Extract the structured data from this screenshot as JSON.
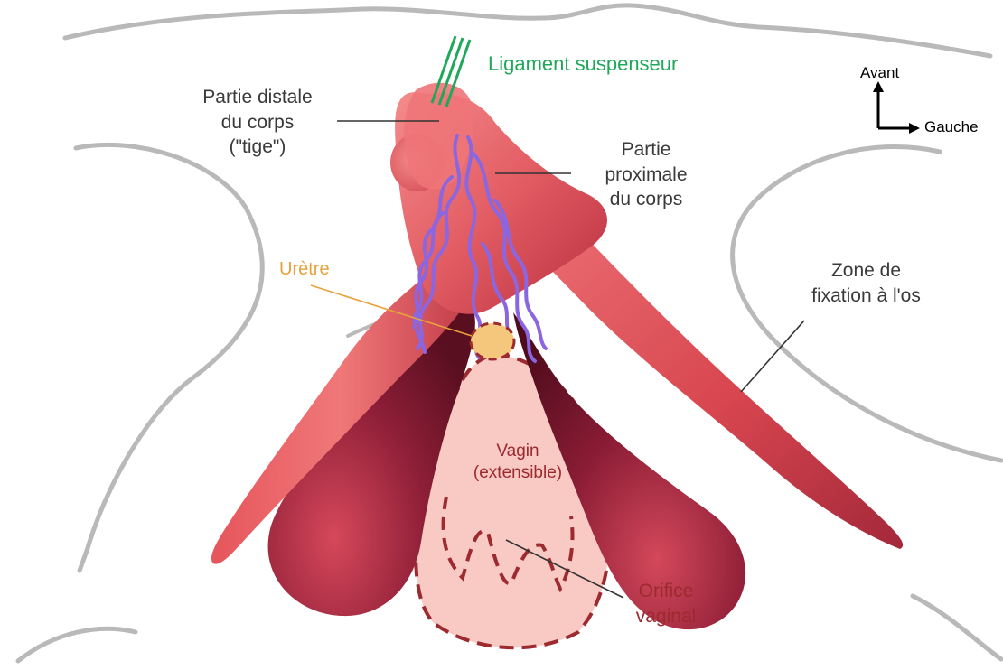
{
  "labels": {
    "ligament": "Ligament suspenseur",
    "distale": [
      "Partie distale",
      "du corps",
      "(\"tige\")"
    ],
    "proximale": [
      "Partie",
      "proximale",
      "du corps"
    ],
    "uretre": "Urètre",
    "fixation": [
      "Zone de",
      "fixation à l'os"
    ],
    "vagin": [
      "Vagin",
      "(extensible)"
    ],
    "orifice": [
      "Orifice",
      "vaginal"
    ]
  },
  "orientation": {
    "avant": "Avant",
    "gauche": "Gauche"
  },
  "colors": {
    "tissue_light": "#f27a7c",
    "tissue_mid": "#d9454f",
    "tissue_dark": "#5b0d1c",
    "vessels": "#8a66e0",
    "ligament": "#1fa85a",
    "uretre": "#f5c77c",
    "vagin_fill": "#f9c9c4",
    "vagin_dash": "#9c2a2f",
    "bone_outline": "#b9b9b9"
  }
}
